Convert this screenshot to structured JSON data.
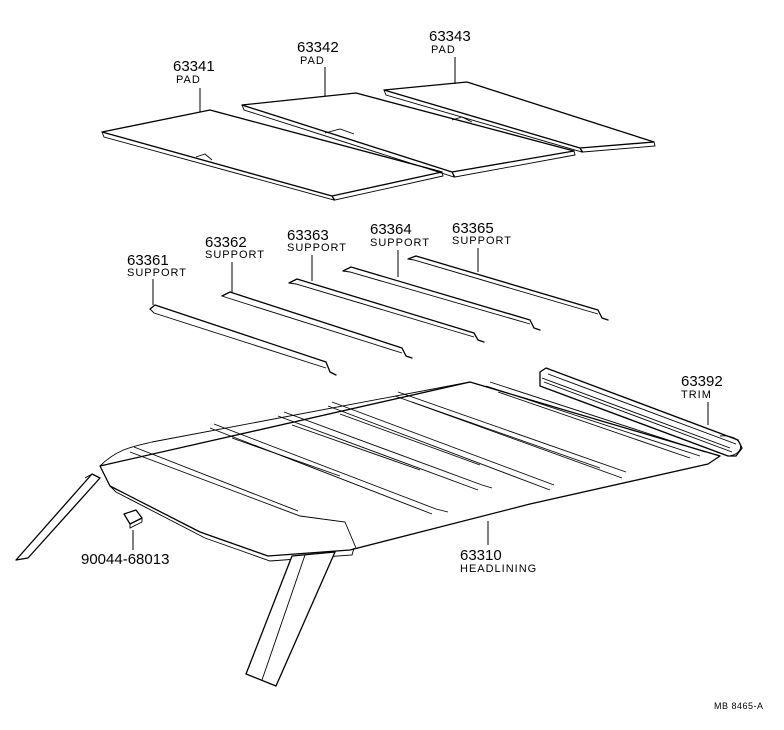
{
  "parts": [
    {
      "id": "pad-63341",
      "number": "63341",
      "name": "PAD"
    },
    {
      "id": "pad-63342",
      "number": "63342",
      "name": "PAD"
    },
    {
      "id": "pad-63343",
      "number": "63343",
      "name": "PAD"
    },
    {
      "id": "support-63361",
      "number": "63361",
      "name": "SUPPORT"
    },
    {
      "id": "support-63362",
      "number": "63362",
      "name": "SUPPORT"
    },
    {
      "id": "support-63363",
      "number": "63363",
      "name": "SUPPORT"
    },
    {
      "id": "support-63364",
      "number": "63364",
      "name": "SUPPORT"
    },
    {
      "id": "support-63365",
      "number": "63365",
      "name": "SUPPORT"
    },
    {
      "id": "trim-63392",
      "number": "63392",
      "name": "TRIM"
    },
    {
      "id": "headlining-63310",
      "number": "63310",
      "name": "HEADLINING"
    },
    {
      "id": "clip-90044",
      "number": "90044-68013",
      "name": ""
    }
  ],
  "diagram_code": "MB  8465-A"
}
